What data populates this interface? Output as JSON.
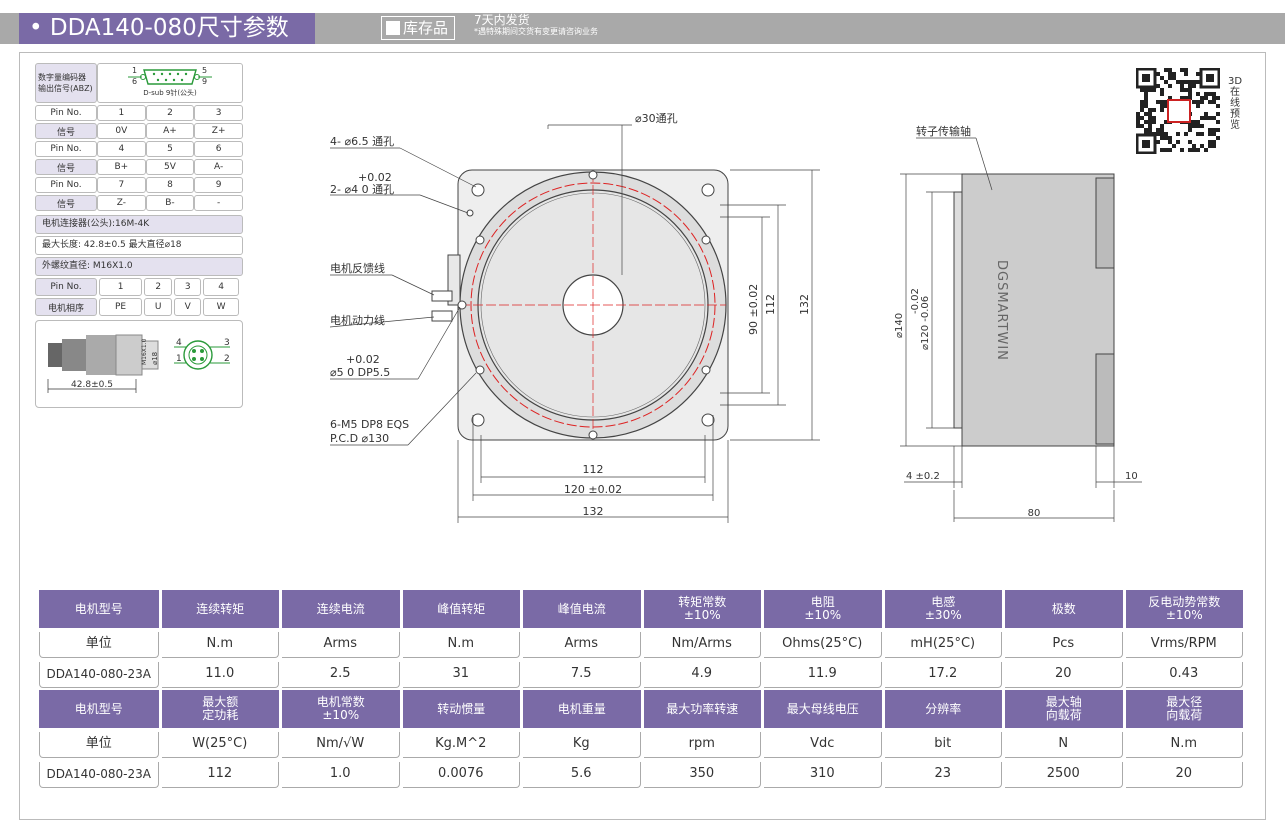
{
  "header": {
    "title": "• DDA140-080尺寸参数",
    "stock_label": "库存品",
    "delivery_line1": "7天内发货",
    "delivery_line2": "*遇特殊期间交货有变更请咨询业务"
  },
  "pin_panel": {
    "encoder_label": "数字量编码器\n输出信号(ABZ)",
    "dsub_label": "D-sub 9针(公头)",
    "dsub_top": "1      5",
    "dsub_bot": "6      9",
    "rows": [
      [
        "Pin No.",
        "1",
        "2",
        "3"
      ],
      [
        "信号",
        "0V",
        "A+",
        "Z+"
      ],
      [
        "Pin No.",
        "4",
        "5",
        "6"
      ],
      [
        "信号",
        "B+",
        "5V",
        "A-"
      ],
      [
        "Pin No.",
        "7",
        "8",
        "9"
      ],
      [
        "信号",
        "Z-",
        "B-",
        "-"
      ]
    ],
    "connector": "电机连接器(公头):16M-4K",
    "max_length": "最大长度: 42.8±0.5   最大直径⌀18",
    "thread": "外螺纹直径:  M16X1.0",
    "conn_rows": [
      [
        "Pin No.",
        "1",
        "2",
        "3",
        "4"
      ],
      [
        "电机相序",
        "PE",
        "U",
        "V",
        "W"
      ]
    ],
    "conn_dim": "42.8±0.5",
    "conn_m16": "M16X1.0",
    "conn_d18": "⌀18",
    "pin_4": "4",
    "pin_3": "3",
    "pin_1": "1",
    "pin_2": "2"
  },
  "front_view": {
    "through30": "⌀30通孔",
    "holes65": "4- ⌀6.5 通孔",
    "tol_top": "+0.02",
    "holes4": "2- ⌀4  0     通孔",
    "feedback": "电机反馈线",
    "power": "电机动力线",
    "tol_top2": "+0.02",
    "pin5": "⌀5  0     DP5.5",
    "m5": "6-M5 DP8 EQS",
    "pcd": "P.C.D ⌀130",
    "d112": "112",
    "d120": "120 ±0.02",
    "d132": "132",
    "v90": "90 ±0.02",
    "v112": "112",
    "v132": "132"
  },
  "side_view": {
    "shaft": "转子传输轴",
    "d140": "⌀140",
    "d120": "⌀120 -0.06",
    "d120tol": "-0.02",
    "brand": "DGSMARTWIN",
    "d4": "4 ±0.2",
    "d10": "10",
    "d80": "80"
  },
  "qr": {
    "label": "3D在线预览"
  },
  "specs": {
    "table1": {
      "headers": [
        "电机型号",
        "连续转矩",
        "连续电流",
        "峰值转矩",
        "峰值电流",
        "转矩常数\n±10%",
        "电阻\n±10%",
        "电感\n±30%",
        "极数",
        "反电动势常数\n±10%"
      ],
      "units": [
        "单位",
        "N.m",
        "Arms",
        "N.m",
        "Arms",
        "Nm/Arms",
        "Ohms(25°C)",
        "mH(25°C)",
        "Pcs",
        "Vrms/RPM"
      ],
      "values": [
        "DDA140-080-23A",
        "11.0",
        "2.5",
        "31",
        "7.5",
        "4.9",
        "11.9",
        "17.2",
        "20",
        "0.43"
      ]
    },
    "table2": {
      "headers": [
        "电机型号",
        "最大额\n定功耗",
        "电机常数\n±10%",
        "转动惯量",
        "电机重量",
        "最大功率转速",
        "最大母线电压",
        "分辨率",
        "最大轴\n向载荷",
        "最大径\n向载荷"
      ],
      "units": [
        "单位",
        "W(25°C)",
        "Nm/√W",
        "Kg.M^2",
        "Kg",
        "rpm",
        "Vdc",
        "bit",
        "N",
        "N.m"
      ],
      "values": [
        "DDA140-080-23A",
        "112",
        "1.0",
        "0.0076",
        "5.6",
        "350",
        "310",
        "23",
        "2500",
        "20"
      ]
    }
  }
}
